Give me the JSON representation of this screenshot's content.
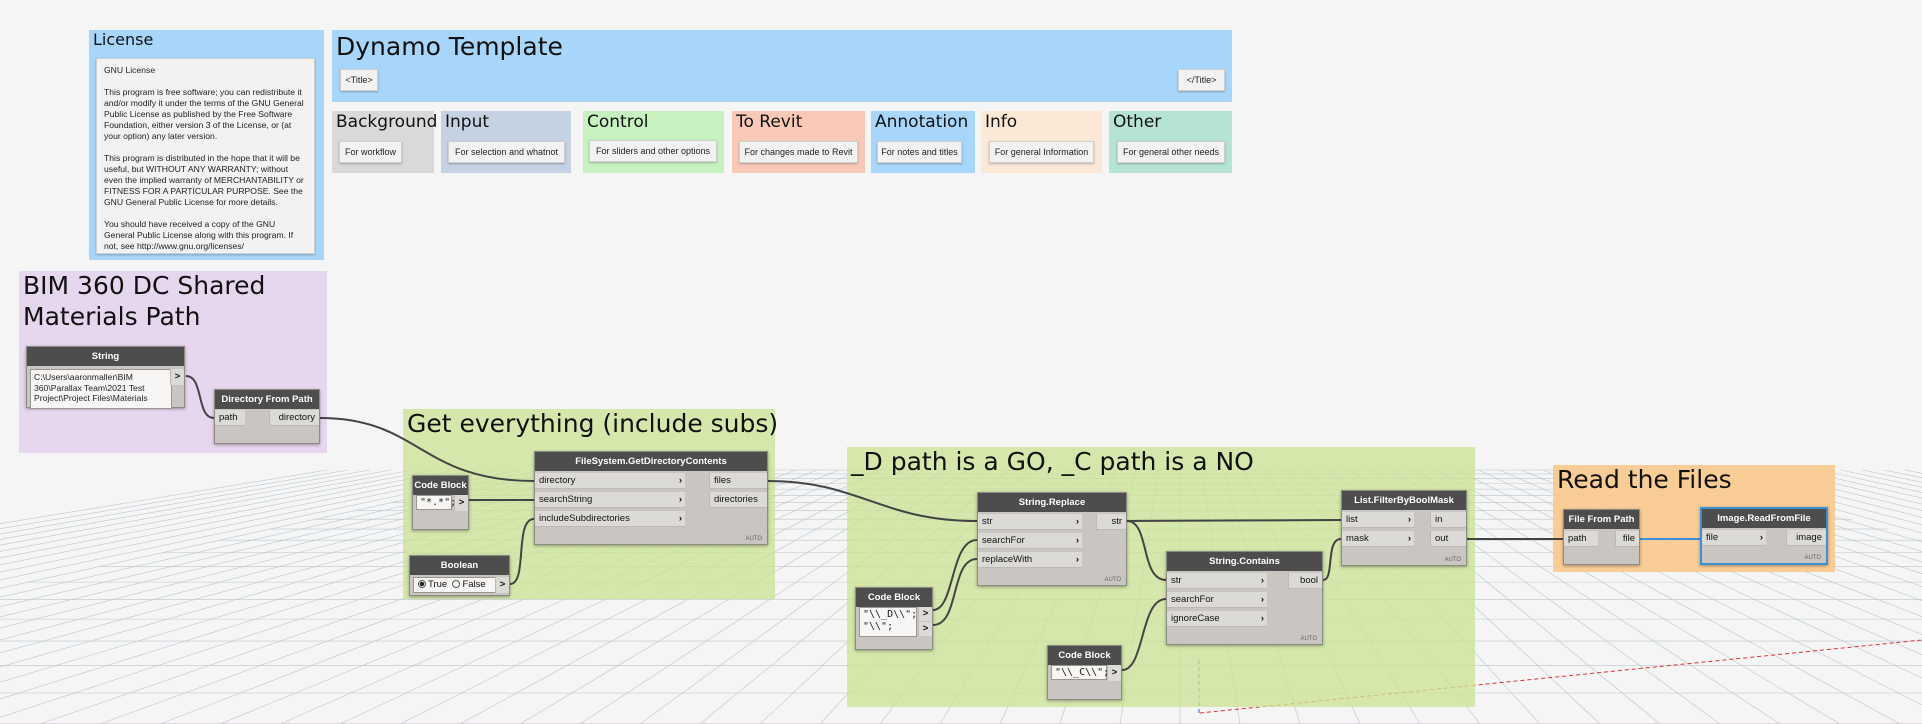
{
  "header_group": {
    "title": "Dynamo Template",
    "title_open": "<Title>",
    "title_close": "</Title>",
    "color": "#a8d6fb"
  },
  "license": {
    "title": "License",
    "heading": "GNU License",
    "paragraphs": [
      "This program is free software; you can redistribute it and/or modify it under the terms of the GNU General Public License as published by the Free Software Foundation, either version 3 of the License, or (at your option) any later version.",
      "This program is distributed in the hope that it will be useful, but WITHOUT ANY WARRANTY; without even the implied warranty of MERCHANTABILITY or FITNESS FOR A PARTICULAR PURPOSE. See the GNU General Public License for more details.",
      "You should have received a copy of the GNU General Public License along with this program. If not, see http://www.gnu.org/licenses/"
    ]
  },
  "legend": [
    {
      "title": "Background",
      "note": "For workflow",
      "color": "#d9d9d9"
    },
    {
      "title": "Input",
      "note": "For selection and whatnot",
      "color": "#c5d2e4"
    },
    {
      "title": "Control",
      "note": "For sliders and other options",
      "color": "#c7f2c0"
    },
    {
      "title": "To Revit",
      "note": "For changes made to Revit",
      "color": "#f9c9b8"
    },
    {
      "title": "Annotation",
      "note": "For notes and titles",
      "color": "#a8d6fb"
    },
    {
      "title": "Info",
      "note": "For general Information",
      "color": "#fbe9d6"
    },
    {
      "title": "Other",
      "note": "For general other needs",
      "color": "#b5e4d4"
    }
  ],
  "groups": {
    "bim360": {
      "title_line1": "BIM 360 DC Shared",
      "title_line2": "Materials Path",
      "color": "#e6d7ee"
    },
    "get_everything": {
      "title": "Get everything (include subs)",
      "color": "#d6e8ab"
    },
    "path_filter": {
      "title": "_D path is a GO, _C path is a NO",
      "color": "#d6e8ab"
    },
    "read_files": {
      "title": "Read the Files",
      "color": "#fbcf9c"
    }
  },
  "nodes": {
    "string": {
      "name": "String",
      "value": "C:\\Users\\aaronmaller\\BIM 360\\Parallax Team\\2021 Test Project\\Project Files\\Materials",
      "out": ">"
    },
    "directory_from_path": {
      "name": "Directory From Path",
      "in": "path",
      "out": "directory"
    },
    "code_block_1": {
      "name": "Code Block",
      "code": "\"*.*\";",
      "out": ">"
    },
    "boolean": {
      "name": "Boolean",
      "true_label": "True",
      "false_label": "False",
      "selected": "True",
      "out": ">"
    },
    "get_directory_contents": {
      "name": "FileSystem.GetDirectoryContents",
      "inputs": [
        "directory",
        "searchString",
        "includeSubdirectories"
      ],
      "outputs": [
        "files",
        "directories"
      ],
      "lacing": "AUTO"
    },
    "string_replace": {
      "name": "String.Replace",
      "inputs": [
        "str",
        "searchFor",
        "replaceWith"
      ],
      "outputs": [
        "str"
      ],
      "lacing": "AUTO"
    },
    "code_block_2": {
      "name": "Code Block",
      "code_line1": "\"\\\\_D\\\\\";",
      "code_line2": "\"\\\\\";"
    },
    "string_contains": {
      "name": "String.Contains",
      "inputs": [
        "str",
        "searchFor",
        "ignoreCase"
      ],
      "outputs": [
        "bool"
      ],
      "lacing": "AUTO"
    },
    "code_block_3": {
      "name": "Code Block",
      "code": "\"\\\\_C\\\\\";",
      "out": ">"
    },
    "filter_by_bool_mask": {
      "name": "List.FilterByBoolMask",
      "inputs": [
        "list",
        "mask"
      ],
      "outputs": [
        "in",
        "out"
      ],
      "lacing": "AUTO"
    },
    "file_from_path": {
      "name": "File From Path",
      "in": "path",
      "out": "file"
    },
    "image_read_from_file": {
      "name": "Image.ReadFromFile",
      "in": "file",
      "out": "image",
      "lacing": "AUTO"
    }
  }
}
